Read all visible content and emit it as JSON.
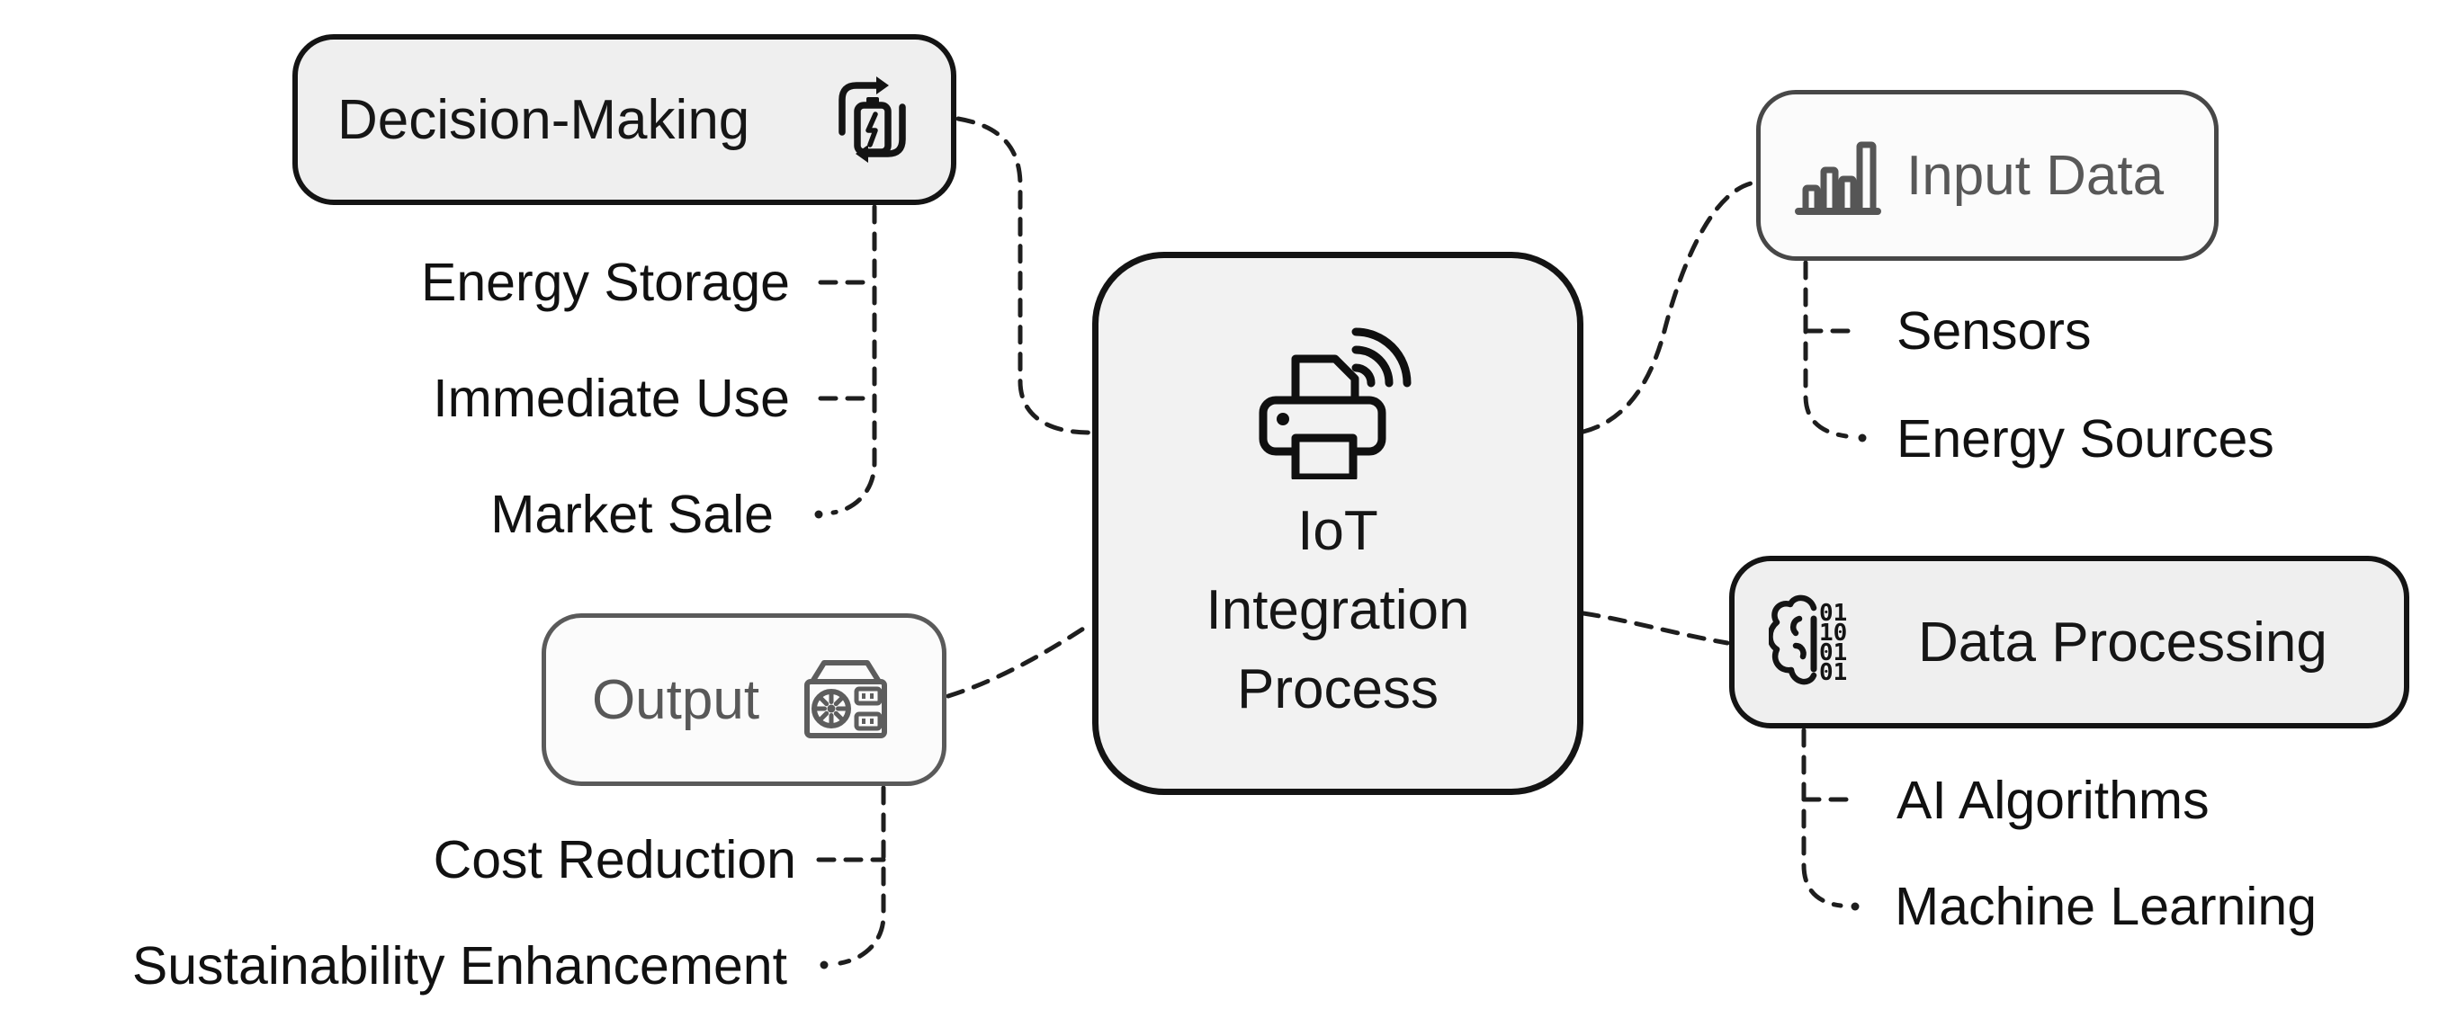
{
  "title": "IoT Integration Process mind map",
  "colors": {
    "connector": "#1e1e1e",
    "dark_border": "#141414",
    "mid_border": "#474747",
    "light_border": "#5a5a5a",
    "dark_text": "#161616",
    "gray_text": "#585858",
    "leaf_text": "#111111",
    "node_fill_dark": "#efefef",
    "node_fill_center": "#f2f2f2",
    "node_fill_light": "#fbfbfb"
  },
  "center": {
    "icon": "printer-wifi-icon",
    "lines": [
      "IoT",
      "Integration",
      "Process"
    ]
  },
  "nodes": {
    "decision_making": {
      "label": "Decision-Making",
      "icon": "battery-recycle-icon"
    },
    "input_data": {
      "label": "Input Data",
      "icon": "bar-chart-icon"
    },
    "data_processing": {
      "label": "Data Processing",
      "icon": "brain-binary-icon"
    },
    "output": {
      "label": "Output",
      "icon": "power-supply-icon"
    }
  },
  "leaves": {
    "energy_storage": "Energy Storage",
    "immediate_use": "Immediate Use",
    "market_sale": "Market Sale",
    "sensors": "Sensors",
    "energy_sources": "Energy Sources",
    "ai_algorithms": "AI Algorithms",
    "machine_learning": "Machine Learning",
    "cost_reduction": "Cost Reduction",
    "sustainability_enhancement": "Sustainability Enhancement"
  },
  "icon_glyphs": {
    "binary_rows": [
      "01",
      "10",
      "01",
      "01"
    ]
  }
}
